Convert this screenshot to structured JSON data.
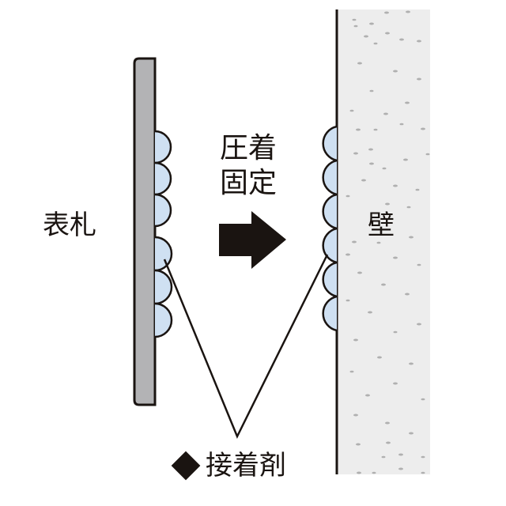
{
  "labels": {
    "plate": "表札",
    "wall": "壁",
    "press_line1": "圧着",
    "press_line2": "固定",
    "adhesive": "接着剤",
    "adhesive_marker": "◆"
  },
  "colors": {
    "plate_fill": "#b3b3b5",
    "wall_fill": "#ededed",
    "wall_speckle": "#b0b0b0",
    "adhesive_fill": "#cfe0f2",
    "stroke": "#1a1411",
    "arrow": "#1a1411"
  },
  "icons": {
    "arrow": "arrow-right-icon",
    "marker": "diamond-icon"
  }
}
